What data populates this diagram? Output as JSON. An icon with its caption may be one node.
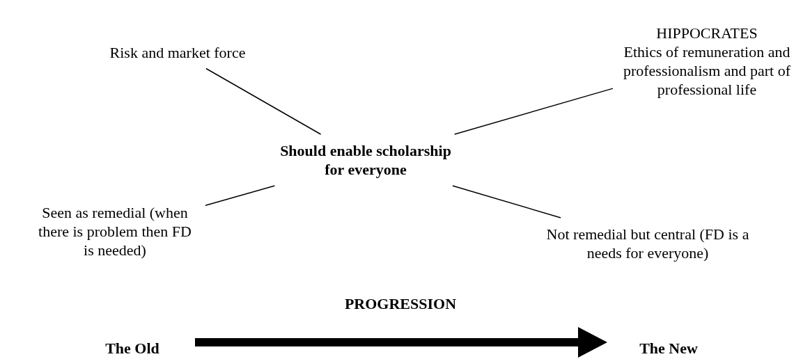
{
  "diagram": {
    "nodes": [
      {
        "text": [
          "Risk and market force"
        ]
      },
      {
        "text": [
          "HIPPOCRATES",
          "Ethics of remuneration and professionalism and part of professional life"
        ]
      },
      {
        "text": [
          "Should enable scholarship for everyone"
        ]
      },
      {
        "text": [
          "Seen as remedial (when there is problem then FD is needed)"
        ]
      },
      {
        "text": [
          "Not remedial but central (FD is a needs for everyone)"
        ]
      },
      {
        "text": [
          "The Old"
        ]
      },
      {
        "text": [
          "The New"
        ]
      }
    ],
    "edges": [
      {
        "from": 0,
        "to": 2,
        "arrow": "none"
      },
      {
        "from": 1,
        "to": 2,
        "arrow": "none"
      },
      {
        "from": 3,
        "to": 2,
        "arrow": "none"
      },
      {
        "from": 4,
        "to": 2,
        "arrow": "none"
      },
      {
        "from": 5,
        "to": 6,
        "arrow": "to",
        "style": "thick",
        "label": "PROGRESSION"
      }
    ]
  }
}
